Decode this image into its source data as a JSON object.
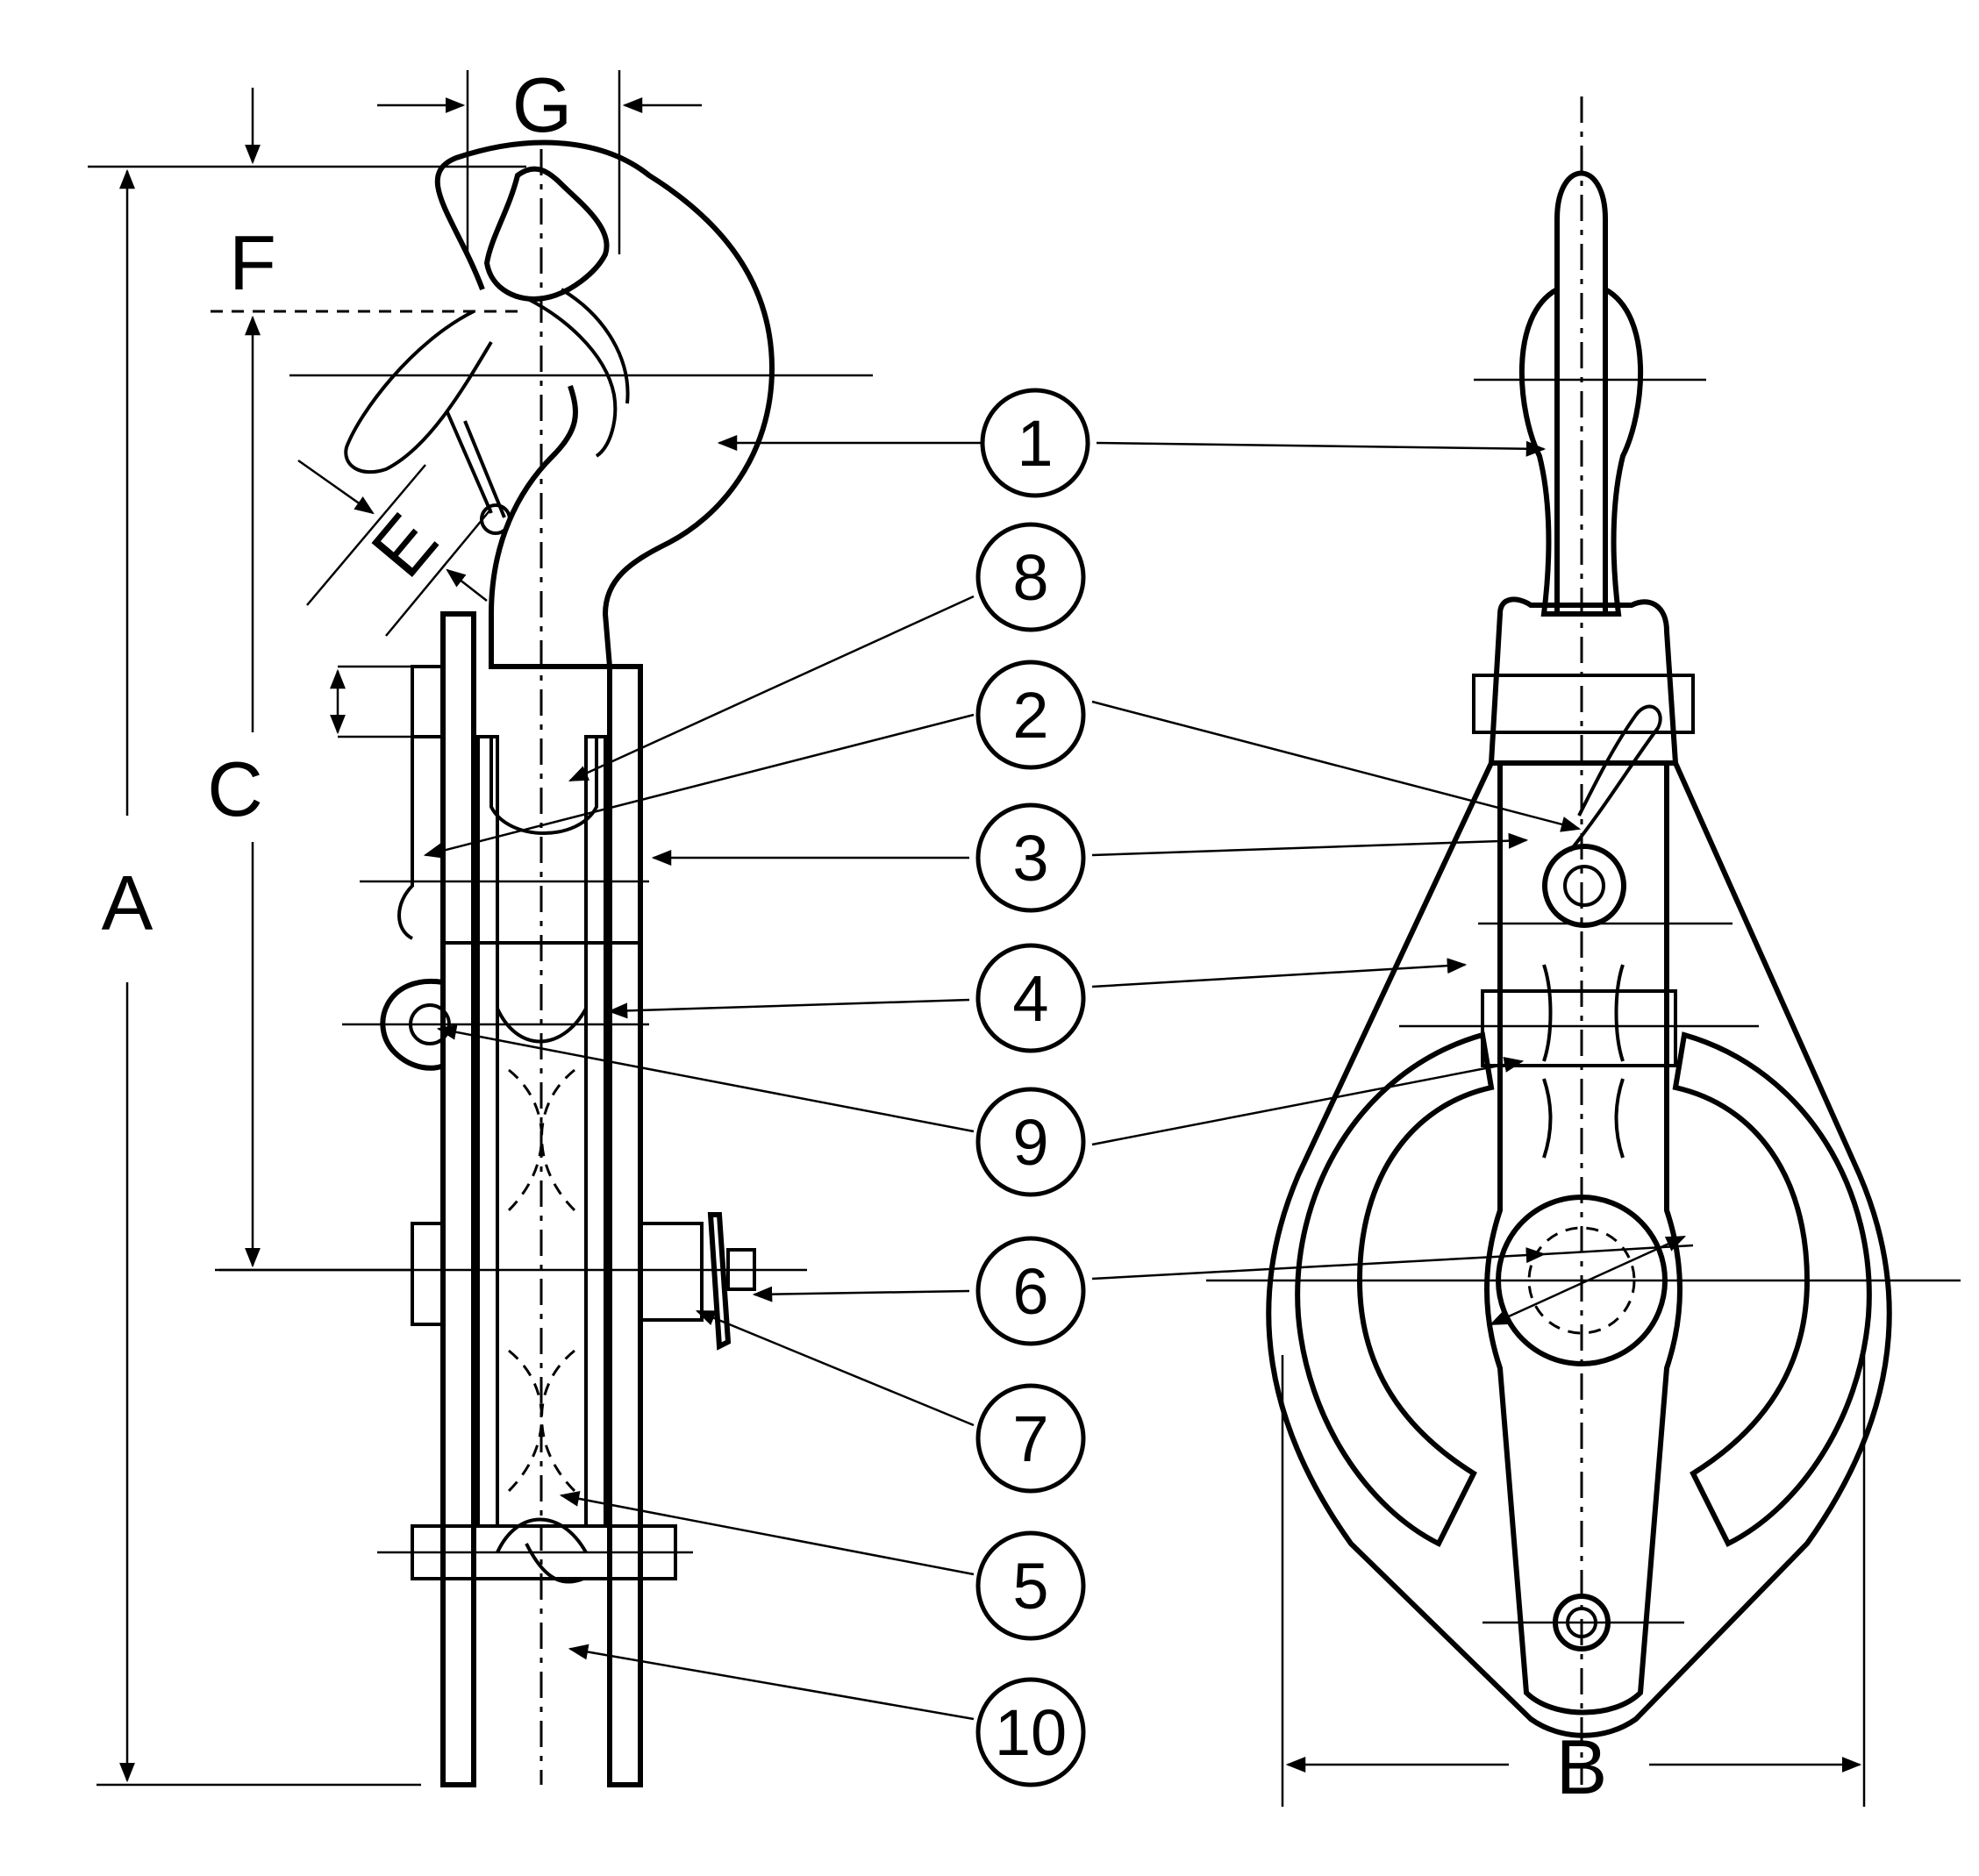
{
  "dimensions": {
    "A": "A",
    "B": "B",
    "C": "C",
    "E": "E",
    "F": "F",
    "G": "G"
  },
  "callouts": [
    "1",
    "8",
    "2",
    "3",
    "4",
    "9",
    "6",
    "7",
    "5",
    "10"
  ]
}
